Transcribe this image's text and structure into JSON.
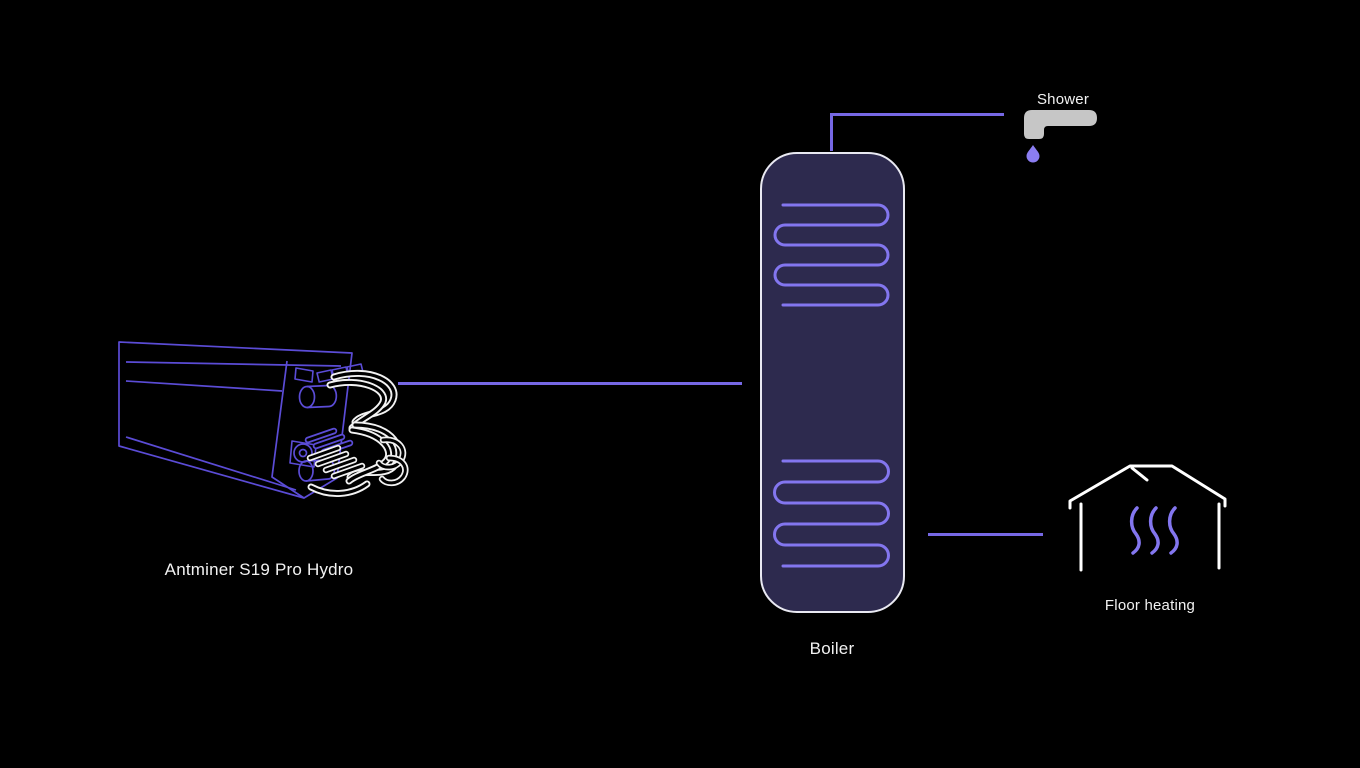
{
  "theme": {
    "bg": "#000000",
    "accent": "#7668e4",
    "coil": "#8376ef",
    "wire": "#5b4cd6",
    "boilerFill": "#2d2a4e",
    "boilerBorder": "#e9e9f2",
    "text": "#f2f2f2",
    "faucet": "#c6c6c6",
    "drop": "#8b7df2",
    "house": "#ffffff",
    "hose": "#f2f2f2"
  },
  "nodes": {
    "miner": {
      "label": "Antminer S19 Pro Hydro"
    },
    "boiler": {
      "label": "Boiler"
    },
    "shower": {
      "label": "Shower"
    },
    "floor_heating": {
      "label": "Floor heating"
    }
  }
}
